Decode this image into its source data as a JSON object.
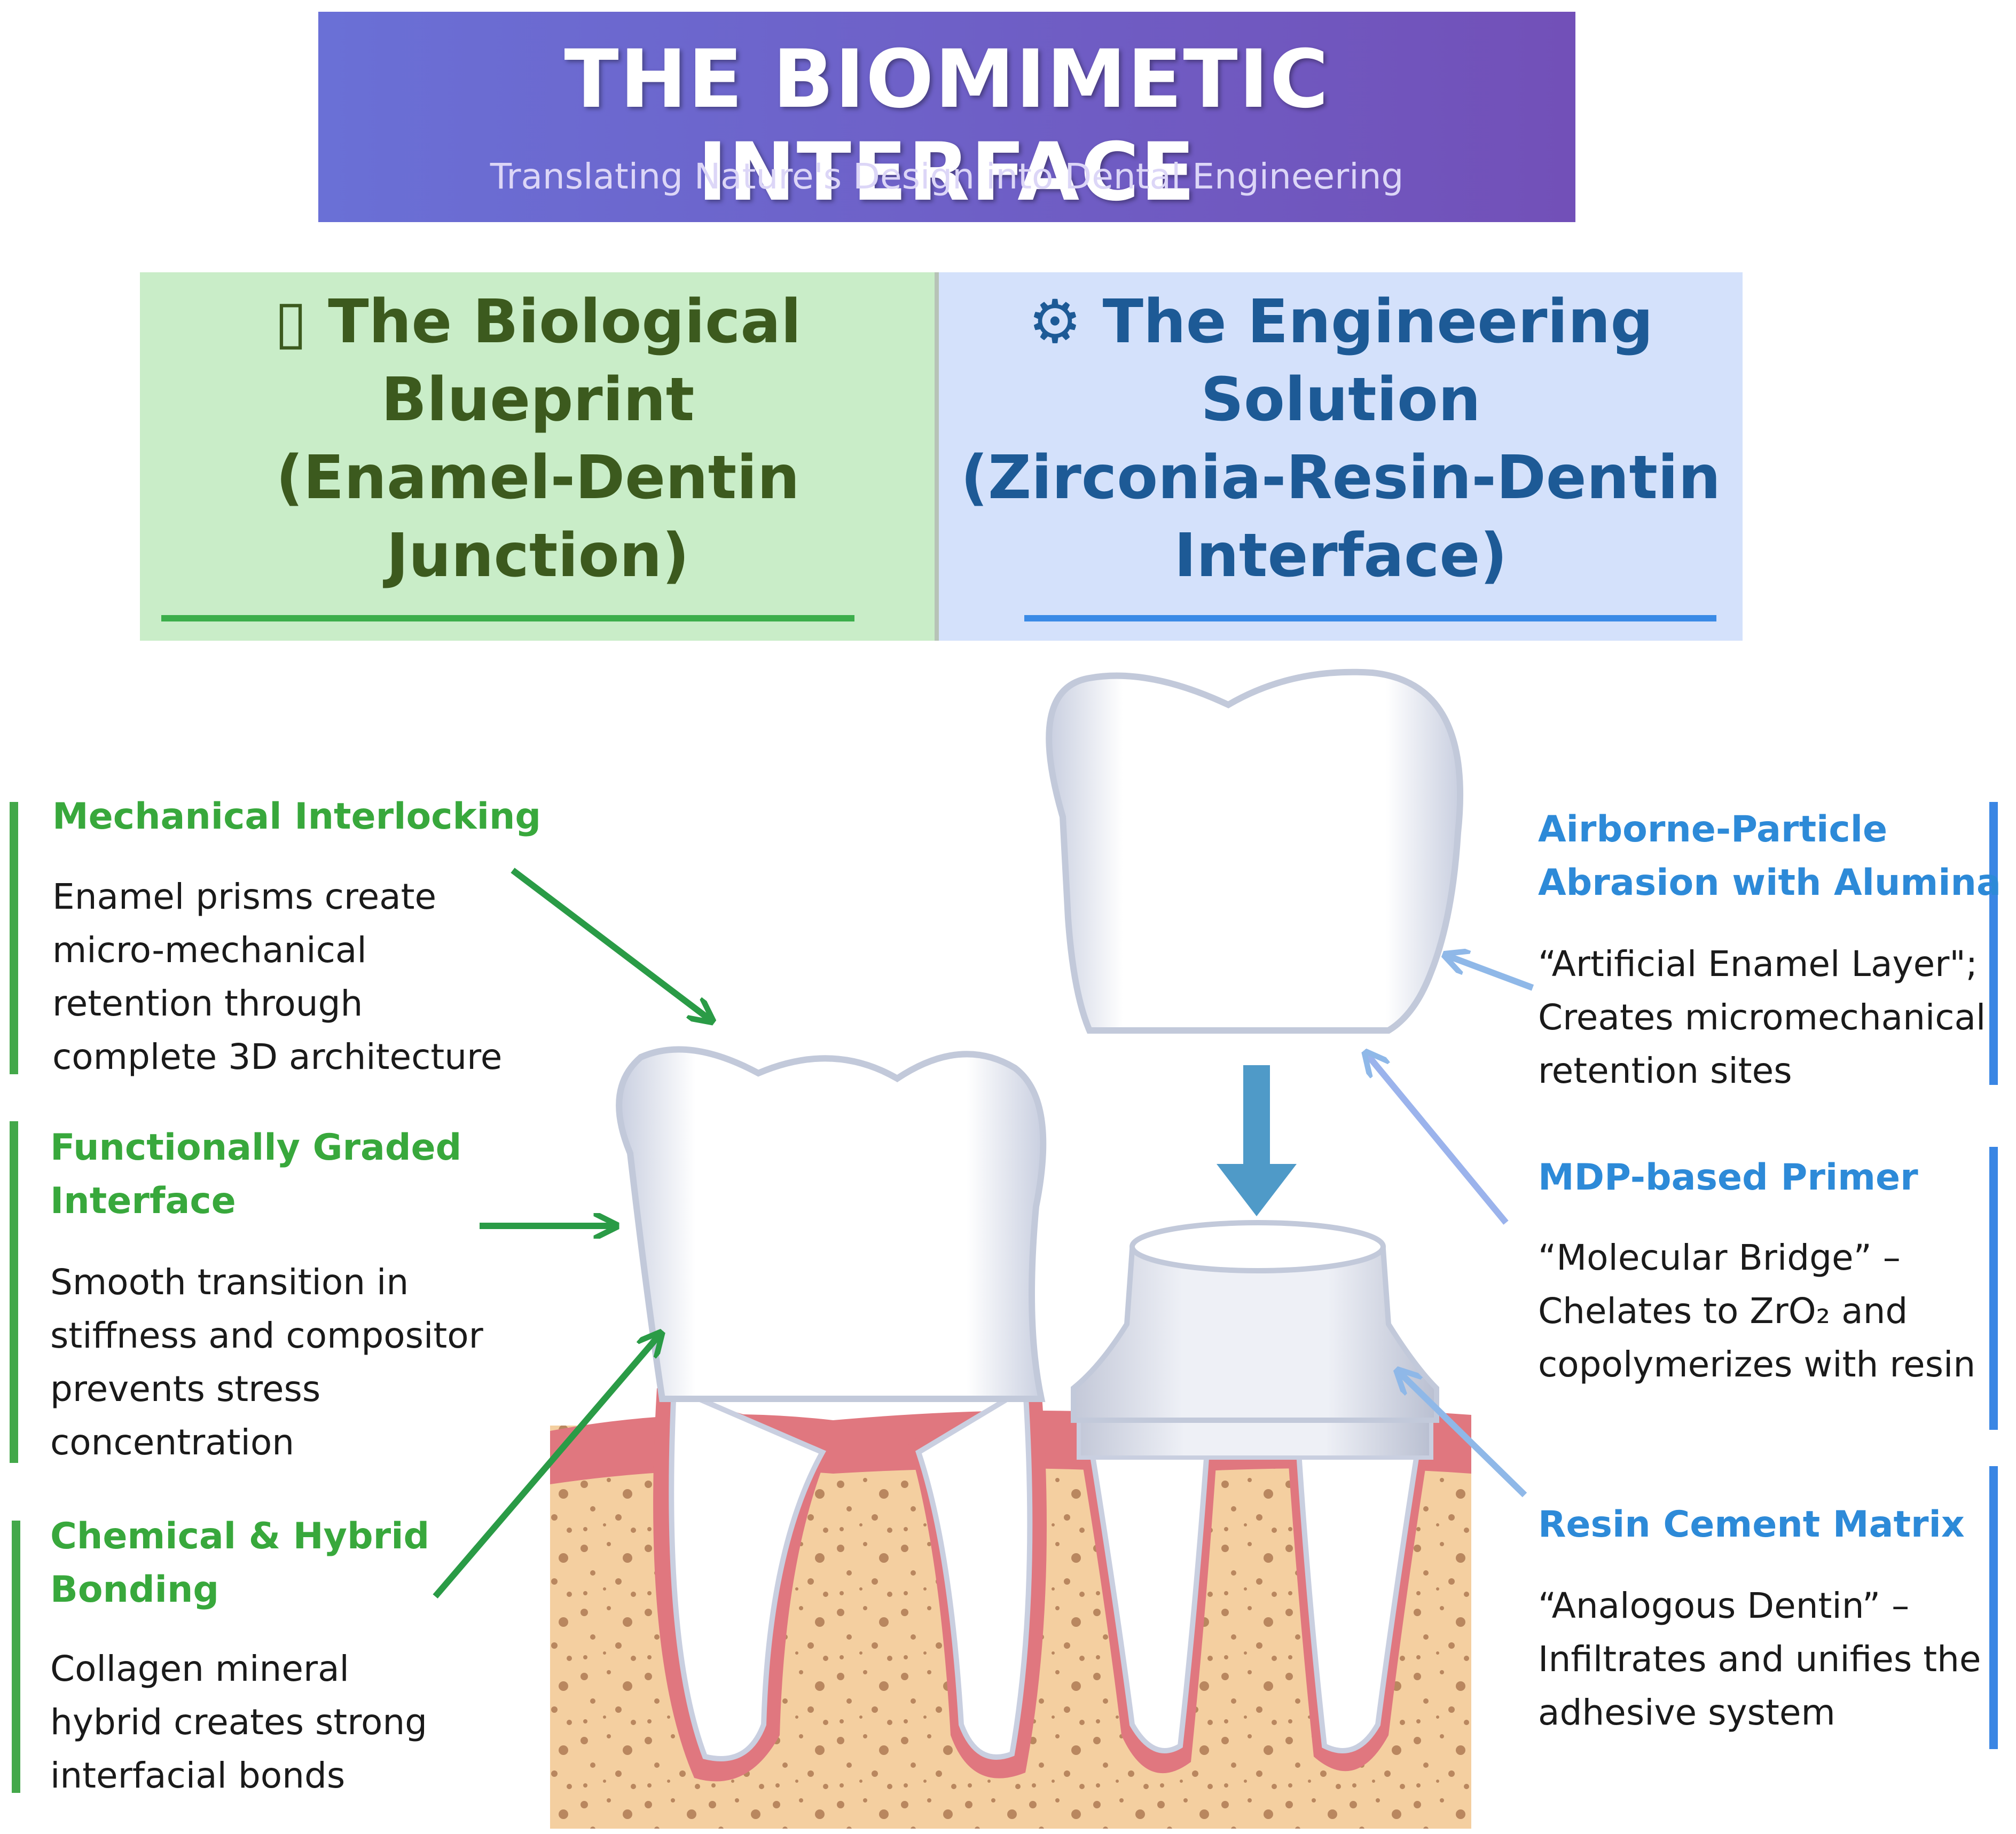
{
  "banner": {
    "title": "THE BIOMIMETIC INTERFACE",
    "subtitle": "Translating Nature's Design into Dental Engineering"
  },
  "columns": {
    "biological": {
      "icon": "leaf-icon",
      "lines": [
        "▯ The Biological",
        "Blueprint",
        "(Enamel-Dentin",
        "Junction)"
      ]
    },
    "engineering": {
      "icon": "gear-icon",
      "lines": [
        "⚙ The Engineering",
        "Solution",
        "(Zirconia-Resin-Dentin",
        "Interface)"
      ]
    }
  },
  "left_features": [
    {
      "title": [
        "Mechanical Interlocking"
      ],
      "desc": [
        "Enamel prisms create",
        "micro-mechanical",
        "retention through",
        "complete 3D architecture"
      ]
    },
    {
      "title": [
        "Functionally Graded",
        "Interface"
      ],
      "desc": [
        "Smooth transition in",
        "stiffness and compositor",
        "prevents stress",
        "concentration"
      ]
    },
    {
      "title": [
        "Chemical & Hybrid",
        "Bonding"
      ],
      "desc": [
        "Collagen mineral",
        "hybrid creates strong",
        "interfacial bonds"
      ]
    }
  ],
  "right_features": [
    {
      "title": [
        "Airborne-Particle",
        "Abrasion with Alumina"
      ],
      "desc": [
        "“Artificial Enamel Layer\";",
        "Creates micromechanical",
        "retention sites"
      ]
    },
    {
      "title": [
        "MDP-based Primer"
      ],
      "desc": [
        "“Molecular Bridge” –",
        "Chelates to ZrO₂ and",
        "copolymerizes with resin"
      ]
    },
    {
      "title": [
        "Resin Cement Matrix"
      ],
      "desc": [
        "“Analogous Dentin” –",
        "Infiltrates and unifies the",
        "adhesive system"
      ]
    }
  ],
  "colors": {
    "banner_left": "#6a70d6",
    "banner_right": "#7250b8",
    "bio_bg": "#c9edc8",
    "eng_bg": "#d4e1fb",
    "bio_accent": "#38a83c",
    "eng_accent": "#2d8ad8",
    "gum": "#e0777f",
    "bone": "#f4cfa0"
  }
}
